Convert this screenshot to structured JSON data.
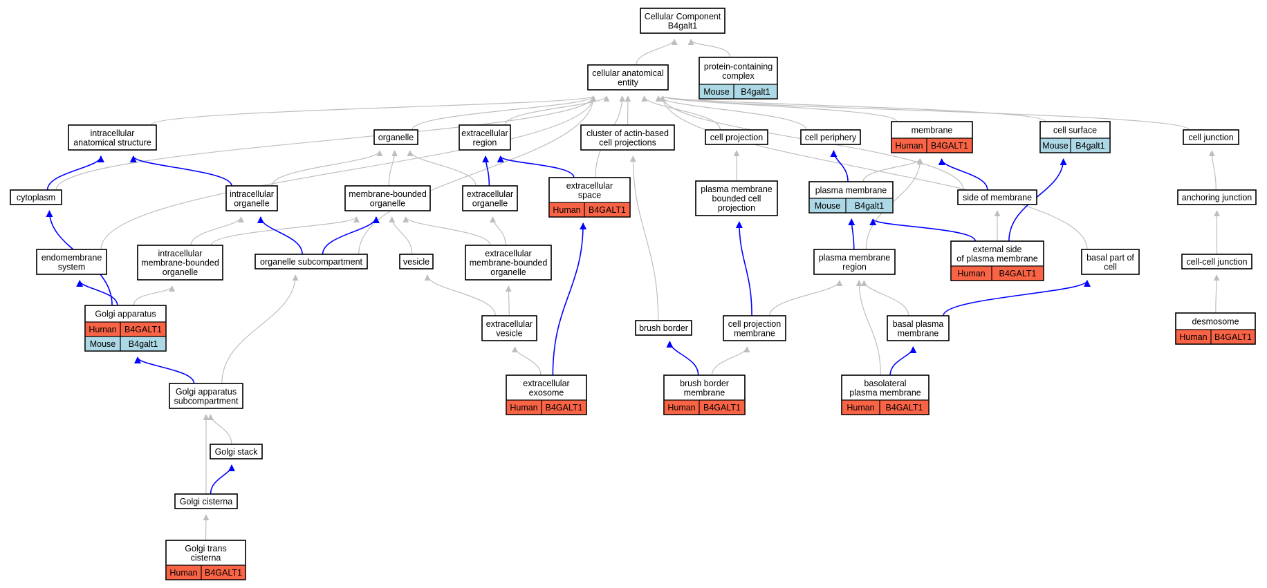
{
  "colors": {
    "human": "#fa6446",
    "mouse": "#add8e6",
    "is_a_edge": "#bebebe",
    "part_of_edge": "#0000ff"
  },
  "nodes": {
    "root": {
      "lines": [
        "Cellular Component",
        "B4galt1"
      ]
    },
    "cellular_anatomical_entity": {
      "lines": [
        "cellular anatomical",
        "entity"
      ]
    },
    "protein_containing_complex": {
      "lines": [
        "protein-containing",
        "complex"
      ],
      "annotations": [
        {
          "species": "Mouse",
          "gene": "B4galt1"
        }
      ]
    },
    "intracellular_anatomical_structure": {
      "lines": [
        "intracellular",
        "anatomical structure"
      ]
    },
    "organelle": {
      "lines": [
        "organelle"
      ]
    },
    "extracellular_region": {
      "lines": [
        "extracellular",
        "region"
      ]
    },
    "cluster_actin": {
      "lines": [
        "cluster of actin-based",
        "cell projections"
      ]
    },
    "cell_projection": {
      "lines": [
        "cell projection"
      ]
    },
    "cell_periphery": {
      "lines": [
        "cell periphery"
      ]
    },
    "membrane": {
      "lines": [
        "membrane"
      ],
      "annotations": [
        {
          "species": "Human",
          "gene": "B4GALT1"
        }
      ]
    },
    "cell_surface": {
      "lines": [
        "cell surface"
      ],
      "annotations": [
        {
          "species": "Mouse",
          "gene": "B4galt1"
        }
      ]
    },
    "cell_junction": {
      "lines": [
        "cell junction"
      ]
    },
    "cytoplasm": {
      "lines": [
        "cytoplasm"
      ]
    },
    "intracellular_organelle": {
      "lines": [
        "intracellular",
        "organelle"
      ]
    },
    "membrane_bounded_organelle": {
      "lines": [
        "membrane-bounded",
        "organelle"
      ]
    },
    "extracellular_organelle": {
      "lines": [
        "extracellular",
        "organelle"
      ]
    },
    "extracellular_space": {
      "lines": [
        "extracellular",
        "space"
      ],
      "annotations": [
        {
          "species": "Human",
          "gene": "B4GALT1"
        }
      ]
    },
    "pm_bounded_cell_projection": {
      "lines": [
        "plasma membrane",
        "bounded cell",
        "projection"
      ]
    },
    "plasma_membrane": {
      "lines": [
        "plasma membrane"
      ],
      "annotations": [
        {
          "species": "Mouse",
          "gene": "B4galt1"
        }
      ]
    },
    "side_of_membrane": {
      "lines": [
        "side of membrane"
      ]
    },
    "anchoring_junction": {
      "lines": [
        "anchoring junction"
      ]
    },
    "endomembrane_system": {
      "lines": [
        "endomembrane",
        "system"
      ]
    },
    "intracellular_mb_organelle": {
      "lines": [
        "intracellular",
        "membrane-bounded",
        "organelle"
      ]
    },
    "organelle_subcompartment": {
      "lines": [
        "organelle subcompartment"
      ]
    },
    "vesicle": {
      "lines": [
        "vesicle"
      ]
    },
    "extracellular_mb_organelle": {
      "lines": [
        "extracellular",
        "membrane-bounded",
        "organelle"
      ]
    },
    "plasma_membrane_region": {
      "lines": [
        "plasma membrane",
        "region"
      ]
    },
    "external_side_pm": {
      "lines": [
        "external side",
        "of plasma membrane"
      ],
      "annotations": [
        {
          "species": "Human",
          "gene": "B4GALT1"
        }
      ]
    },
    "basal_part_of_cell": {
      "lines": [
        "basal part of",
        "cell"
      ]
    },
    "cell_cell_junction": {
      "lines": [
        "cell-cell junction"
      ]
    },
    "golgi_apparatus": {
      "lines": [
        "Golgi apparatus"
      ],
      "annotations": [
        {
          "species": "Human",
          "gene": "B4GALT1"
        },
        {
          "species": "Mouse",
          "gene": "B4galt1"
        }
      ]
    },
    "extracellular_vesicle": {
      "lines": [
        "extracellular",
        "vesicle"
      ]
    },
    "brush_border": {
      "lines": [
        "brush border"
      ]
    },
    "cell_projection_membrane": {
      "lines": [
        "cell projection",
        "membrane"
      ]
    },
    "basal_plasma_membrane": {
      "lines": [
        "basal plasma",
        "membrane"
      ]
    },
    "desmosome": {
      "lines": [
        "desmosome"
      ],
      "annotations": [
        {
          "species": "Human",
          "gene": "B4GALT1"
        }
      ]
    },
    "extracellular_exosome": {
      "lines": [
        "extracellular",
        "exosome"
      ],
      "annotations": [
        {
          "species": "Human",
          "gene": "B4GALT1"
        }
      ]
    },
    "brush_border_membrane": {
      "lines": [
        "brush border",
        "membrane"
      ],
      "annotations": [
        {
          "species": "Human",
          "gene": "B4GALT1"
        }
      ]
    },
    "basolateral_pm": {
      "lines": [
        "basolateral",
        "plasma membrane"
      ],
      "annotations": [
        {
          "species": "Human",
          "gene": "B4GALT1"
        }
      ]
    },
    "golgi_subcompartment": {
      "lines": [
        "Golgi apparatus",
        "subcompartment"
      ]
    },
    "golgi_stack": {
      "lines": [
        "Golgi stack"
      ]
    },
    "golgi_cisterna": {
      "lines": [
        "Golgi cisterna"
      ]
    },
    "golgi_trans_cisterna": {
      "lines": [
        "Golgi trans",
        "cisterna"
      ],
      "annotations": [
        {
          "species": "Human",
          "gene": "B4GALT1"
        }
      ]
    }
  },
  "edges": [
    {
      "from": "cellular_anatomical_entity",
      "to": "root",
      "relation": "is_a"
    },
    {
      "from": "protein_containing_complex",
      "to": "root",
      "relation": "is_a"
    },
    {
      "from": "intracellular_anatomical_structure",
      "to": "cellular_anatomical_entity",
      "relation": "is_a"
    },
    {
      "from": "organelle",
      "to": "cellular_anatomical_entity",
      "relation": "is_a"
    },
    {
      "from": "extracellular_region",
      "to": "cellular_anatomical_entity",
      "relation": "is_a"
    },
    {
      "from": "cluster_actin",
      "to": "cellular_anatomical_entity",
      "relation": "is_a"
    },
    {
      "from": "cell_projection",
      "to": "cellular_anatomical_entity",
      "relation": "is_a"
    },
    {
      "from": "cell_periphery",
      "to": "cellular_anatomical_entity",
      "relation": "is_a"
    },
    {
      "from": "membrane",
      "to": "cellular_anatomical_entity",
      "relation": "is_a"
    },
    {
      "from": "cell_surface",
      "to": "cellular_anatomical_entity",
      "relation": "is_a"
    },
    {
      "from": "cell_junction",
      "to": "cellular_anatomical_entity",
      "relation": "is_a"
    },
    {
      "from": "cytoplasm",
      "to": "cellular_anatomical_entity",
      "relation": "is_a"
    },
    {
      "from": "extracellular_space",
      "to": "cellular_anatomical_entity",
      "relation": "is_a"
    },
    {
      "from": "endomembrane_system",
      "to": "cellular_anatomical_entity",
      "relation": "is_a"
    },
    {
      "from": "organelle_subcompartment",
      "to": "cellular_anatomical_entity",
      "relation": "is_a"
    },
    {
      "from": "side_of_membrane",
      "to": "cellular_anatomical_entity",
      "relation": "is_a"
    },
    {
      "from": "basal_part_of_cell",
      "to": "cellular_anatomical_entity",
      "relation": "is_a"
    },
    {
      "from": "cytoplasm",
      "to": "intracellular_anatomical_structure",
      "relation": "part_of"
    },
    {
      "from": "intracellular_organelle",
      "to": "intracellular_anatomical_structure",
      "relation": "part_of"
    },
    {
      "from": "intracellular_organelle",
      "to": "organelle",
      "relation": "is_a"
    },
    {
      "from": "membrane_bounded_organelle",
      "to": "organelle",
      "relation": "is_a"
    },
    {
      "from": "extracellular_organelle",
      "to": "organelle",
      "relation": "is_a"
    },
    {
      "from": "extracellular_organelle",
      "to": "extracellular_region",
      "relation": "part_of"
    },
    {
      "from": "extracellular_space",
      "to": "extracellular_region",
      "relation": "part_of"
    },
    {
      "from": "pm_bounded_cell_projection",
      "to": "cell_projection",
      "relation": "is_a"
    },
    {
      "from": "plasma_membrane",
      "to": "cell_periphery",
      "relation": "part_of"
    },
    {
      "from": "plasma_membrane",
      "to": "membrane",
      "relation": "is_a"
    },
    {
      "from": "side_of_membrane",
      "to": "membrane",
      "relation": "part_of"
    },
    {
      "from": "anchoring_junction",
      "to": "cell_junction",
      "relation": "is_a"
    },
    {
      "from": "intracellular_mb_organelle",
      "to": "intracellular_organelle",
      "relation": "is_a"
    },
    {
      "from": "intracellular_mb_organelle",
      "to": "membrane_bounded_organelle",
      "relation": "is_a"
    },
    {
      "from": "organelle_subcompartment",
      "to": "intracellular_organelle",
      "relation": "part_of"
    },
    {
      "from": "organelle_subcompartment",
      "to": "membrane_bounded_organelle",
      "relation": "part_of"
    },
    {
      "from": "vesicle",
      "to": "membrane_bounded_organelle",
      "relation": "is_a"
    },
    {
      "from": "extracellular_mb_organelle",
      "to": "membrane_bounded_organelle",
      "relation": "is_a"
    },
    {
      "from": "extracellular_mb_organelle",
      "to": "extracellular_organelle",
      "relation": "is_a"
    },
    {
      "from": "plasma_membrane_region",
      "to": "plasma_membrane",
      "relation": "part_of"
    },
    {
      "from": "plasma_membrane_region",
      "to": "membrane",
      "relation": "is_a"
    },
    {
      "from": "external_side_pm",
      "to": "plasma_membrane",
      "relation": "part_of"
    },
    {
      "from": "external_side_pm",
      "to": "side_of_membrane",
      "relation": "is_a"
    },
    {
      "from": "external_side_pm",
      "to": "cell_surface",
      "relation": "part_of"
    },
    {
      "from": "cell_cell_junction",
      "to": "anchoring_junction",
      "relation": "is_a"
    },
    {
      "from": "golgi_apparatus",
      "to": "cytoplasm",
      "relation": "part_of"
    },
    {
      "from": "golgi_apparatus",
      "to": "endomembrane_system",
      "relation": "part_of"
    },
    {
      "from": "golgi_apparatus",
      "to": "intracellular_mb_organelle",
      "relation": "is_a"
    },
    {
      "from": "extracellular_vesicle",
      "to": "vesicle",
      "relation": "is_a"
    },
    {
      "from": "extracellular_vesicle",
      "to": "extracellular_mb_organelle",
      "relation": "is_a"
    },
    {
      "from": "brush_border",
      "to": "cluster_actin",
      "relation": "is_a"
    },
    {
      "from": "cell_projection_membrane",
      "to": "pm_bounded_cell_projection",
      "relation": "part_of"
    },
    {
      "from": "cell_projection_membrane",
      "to": "plasma_membrane_region",
      "relation": "is_a"
    },
    {
      "from": "basal_plasma_membrane",
      "to": "plasma_membrane_region",
      "relation": "is_a"
    },
    {
      "from": "basal_plasma_membrane",
      "to": "basal_part_of_cell",
      "relation": "part_of"
    },
    {
      "from": "desmosome",
      "to": "cell_cell_junction",
      "relation": "is_a"
    },
    {
      "from": "extracellular_exosome",
      "to": "extracellular_vesicle",
      "relation": "is_a"
    },
    {
      "from": "extracellular_exosome",
      "to": "extracellular_space",
      "relation": "part_of"
    },
    {
      "from": "brush_border_membrane",
      "to": "brush_border",
      "relation": "part_of"
    },
    {
      "from": "brush_border_membrane",
      "to": "cell_projection_membrane",
      "relation": "is_a"
    },
    {
      "from": "basolateral_pm",
      "to": "basal_plasma_membrane",
      "relation": "part_of"
    },
    {
      "from": "basolateral_pm",
      "to": "plasma_membrane_region",
      "relation": "is_a"
    },
    {
      "from": "golgi_subcompartment",
      "to": "golgi_apparatus",
      "relation": "part_of"
    },
    {
      "from": "golgi_subcompartment",
      "to": "organelle_subcompartment",
      "relation": "is_a"
    },
    {
      "from": "golgi_stack",
      "to": "golgi_subcompartment",
      "relation": "is_a"
    },
    {
      "from": "golgi_cisterna",
      "to": "golgi_stack",
      "relation": "part_of"
    },
    {
      "from": "golgi_cisterna",
      "to": "golgi_subcompartment",
      "relation": "is_a"
    },
    {
      "from": "golgi_trans_cisterna",
      "to": "golgi_cisterna",
      "relation": "is_a"
    }
  ]
}
